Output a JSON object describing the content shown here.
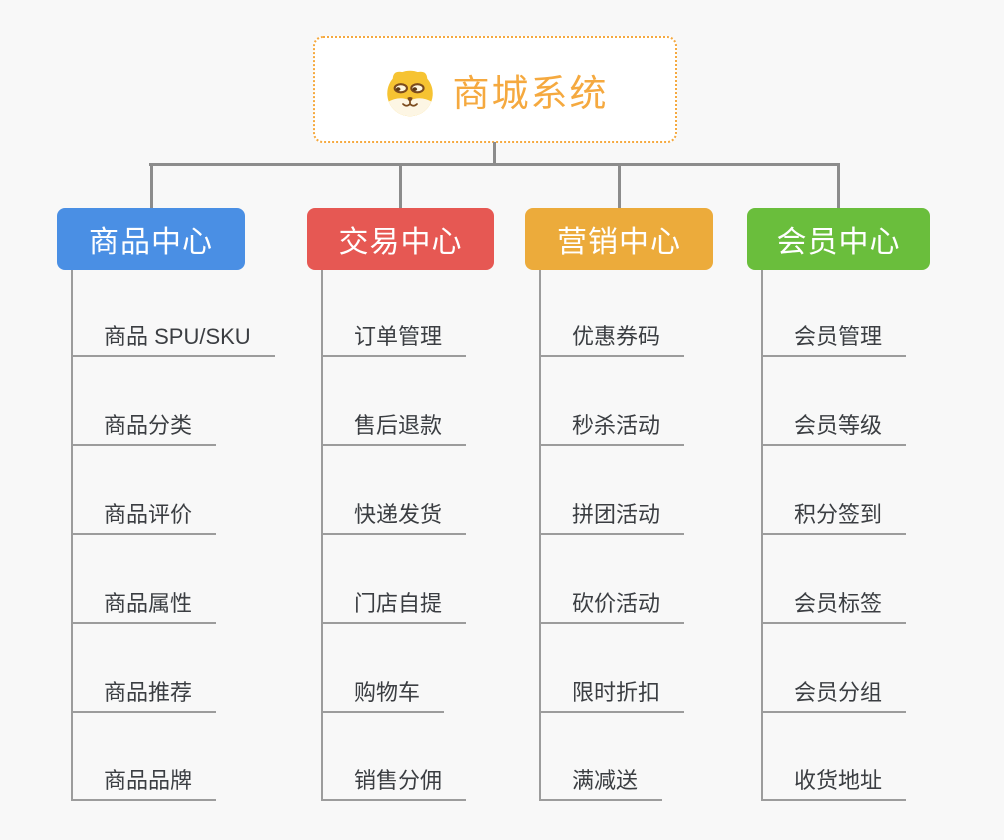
{
  "root": {
    "title": "商城系统",
    "icon": "doge-icon"
  },
  "branches": [
    {
      "label": "商品中心",
      "color": "#4a8fe4",
      "items": [
        "商品 SPU/SKU",
        "商品分类",
        "商品评价",
        "商品属性",
        "商品推荐",
        "商品品牌"
      ]
    },
    {
      "label": "交易中心",
      "color": "#e65853",
      "items": [
        "订单管理",
        "售后退款",
        "快递发货",
        "门店自提",
        "购物车",
        "销售分佣"
      ]
    },
    {
      "label": "营销中心",
      "color": "#ecab3b",
      "items": [
        "优惠券码",
        "秒杀活动",
        "拼团活动",
        "砍价活动",
        "限时折扣",
        "满减送"
      ]
    },
    {
      "label": "会员中心",
      "color": "#6abe3c",
      "items": [
        "会员管理",
        "会员等级",
        "积分签到",
        "会员标签",
        "会员分组",
        "收货地址"
      ]
    }
  ],
  "colors": {
    "accent": "#f5a93f",
    "connector": "#8c8c8c",
    "underline": "#9c9c9c",
    "item_text": "#3b3e42",
    "background": "#f8f8f8"
  }
}
